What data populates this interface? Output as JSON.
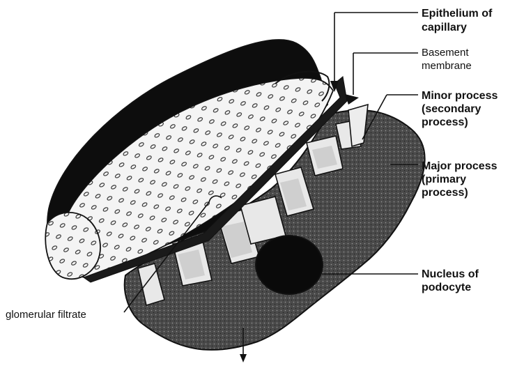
{
  "labels": {
    "epithelium": [
      "Epithelium of",
      "capillary"
    ],
    "basement": [
      "Basement",
      "membrane"
    ],
    "minor": [
      "Minor process",
      "(secondary",
      "process)"
    ],
    "major": [
      "Major process",
      "(primary",
      "process)"
    ],
    "nucleus": [
      "Nucleus of",
      "podocyte"
    ],
    "filtrate": "glomerular filtrate"
  },
  "colors": {
    "ink": "#111111",
    "podocyte_fill": "#3a3a3a",
    "capillary_fill": "#f2f2f2",
    "process_fill": "#e6e6e6",
    "nucleus_fill": "#0a0a0a"
  }
}
